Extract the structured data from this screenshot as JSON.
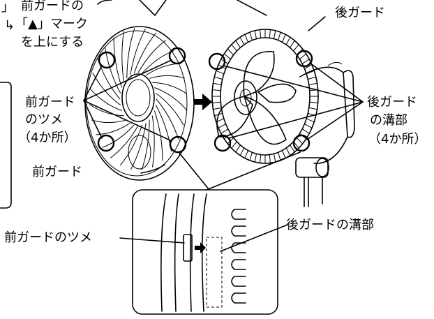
{
  "labels": {
    "top_left_fragment": "」",
    "top_left_arrow_fragment": "↳",
    "mark_note_line1": "前ガードの",
    "mark_note_line2": "「▲」マーク",
    "mark_note_line3": "を上にする",
    "rear_guard": "後ガード",
    "front_tabs_line1": "前ガード",
    "front_tabs_line2": "のツメ",
    "front_tabs_line3": "（4か所）",
    "front_guard": "前ガード",
    "rear_grooves_line1": "後ガード",
    "rear_grooves_line2": "の溝部",
    "rear_grooves_line3": "（4か所）",
    "inset_front_tab": "前ガードのツメ",
    "inset_rear_groove": "後ガードの溝部"
  },
  "colors": {
    "ink": "#000000",
    "background": "#ffffff"
  },
  "icons": {
    "assembly_arrow": "arrow-right-icon",
    "insert_arrow": "arrow-right-icon"
  }
}
